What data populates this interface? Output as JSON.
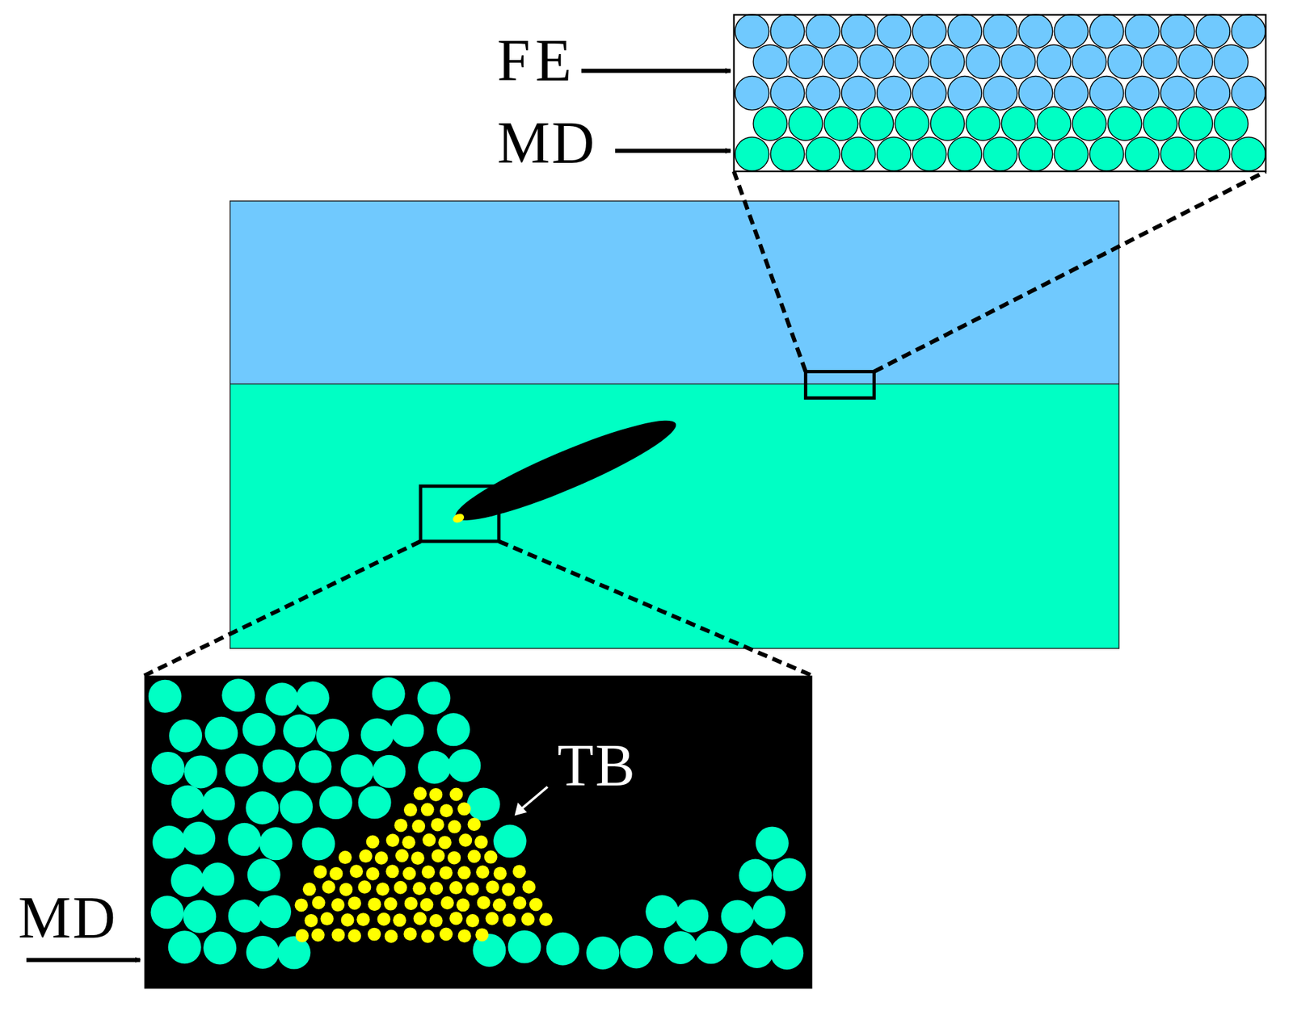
{
  "diagram": {
    "labels": [
      "FE",
      "MD",
      "TB",
      "MD"
    ]
  }
}
